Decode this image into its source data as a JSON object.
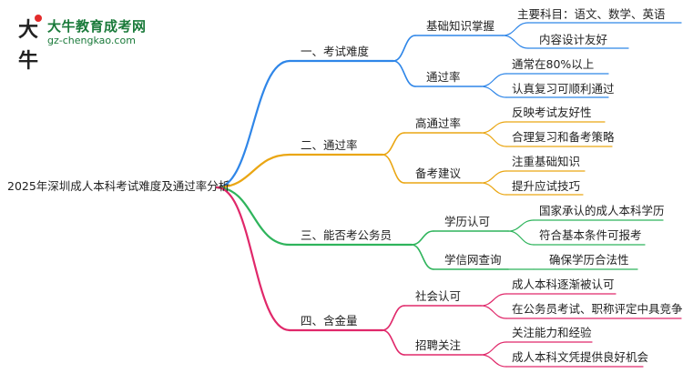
{
  "logo": {
    "mark": "大牛",
    "title": "大牛教育成考网",
    "url": "gz-chengkao.com"
  },
  "root": {
    "label": "2025年深圳成人本科考试难度及通过率分析"
  },
  "branches": [
    {
      "label": "一、考试难度",
      "color": "#2f86e8",
      "children": [
        {
          "label": "基础知识掌握",
          "leaves": [
            "主要科目：语文、数学、英语",
            "内容设计友好"
          ]
        },
        {
          "label": "通过率",
          "leaves": [
            "通常在80%以上",
            "认真复习可顺利通过"
          ]
        }
      ]
    },
    {
      "label": "二、通过率",
      "color": "#eaa613",
      "children": [
        {
          "label": "高通过率",
          "leaves": [
            "反映考试友好性",
            "合理复习和备考策略"
          ]
        },
        {
          "label": "备考建议",
          "leaves": [
            "注重基础知识",
            "提升应试技巧"
          ]
        }
      ]
    },
    {
      "label": "三、能否考公务员",
      "color": "#2fb45c",
      "children": [
        {
          "label": "学历认可",
          "leaves": [
            "国家承认的成人本科学历",
            "符合基本条件可报考"
          ]
        },
        {
          "label": "学信网查询",
          "leaves": [
            "确保学历合法性"
          ]
        }
      ]
    },
    {
      "label": "四、含金量",
      "color": "#e0286a",
      "children": [
        {
          "label": "社会认可",
          "leaves": [
            "成人本科逐渐被认可",
            "在公务员考试、职称评定中具竞争力"
          ]
        },
        {
          "label": "招聘关注",
          "leaves": [
            "关注能力和经验",
            "成人本科文凭提供良好机会"
          ]
        }
      ]
    }
  ]
}
